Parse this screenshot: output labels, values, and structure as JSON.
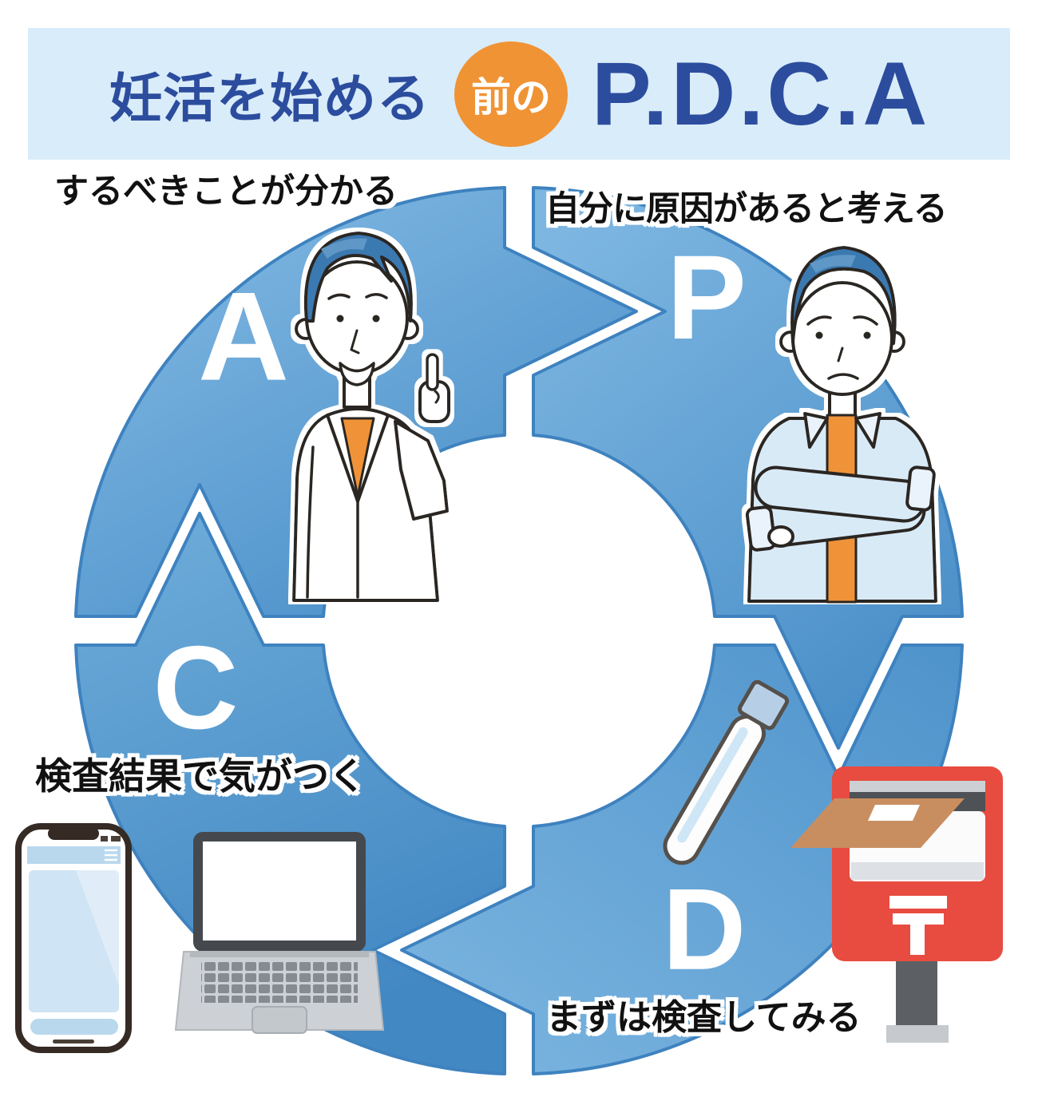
{
  "header": {
    "title_prefix": "妊活を始める",
    "badge": "前の",
    "title_acronym": "P.D.C.A"
  },
  "cycle": {
    "direction": "clockwise",
    "steps": [
      {
        "letter": "P",
        "label": "自分に原因があると考える",
        "illustration": "worried-man"
      },
      {
        "letter": "D",
        "label": "まずは検査してみる",
        "illustration": "test-tube-and-postbox"
      },
      {
        "letter": "C",
        "label": "検査結果で気がつく",
        "illustration": "smartphone-and-laptop"
      },
      {
        "letter": "A",
        "label": "するべきことが分かる",
        "illustration": "doctor"
      }
    ]
  },
  "colors": {
    "banner_bg": "#d9ecf9",
    "title_navy": "#2c4d9e",
    "badge_orange": "#f09334",
    "ring_blue": "#5596ce",
    "ring_blue_light": "#85bbe4",
    "ring_letter": "#ffffff",
    "label_text": "#111111",
    "label_outline": "#ffffff",
    "postbox_red": "#e84b40",
    "shirt_orange": "#f09338",
    "hair_blue": "#3b79b1"
  }
}
